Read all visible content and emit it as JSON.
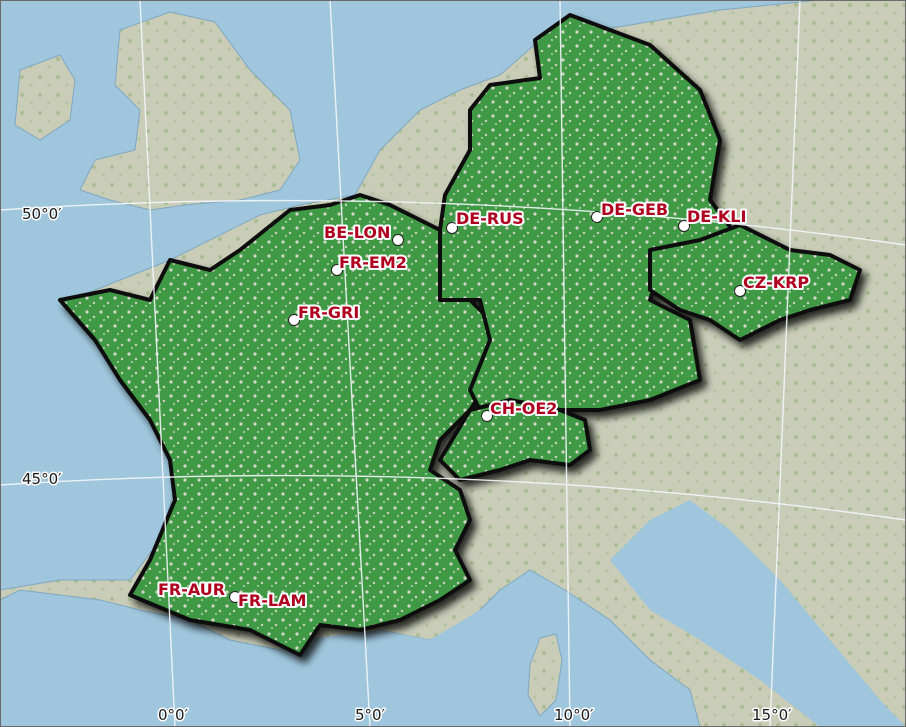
{
  "map": {
    "colors": {
      "sea": "#9fc6dc",
      "land": "#c9cdb8",
      "forest": "#3f9a45",
      "border": "#111111",
      "graticule": "#f4f7fb",
      "site_label": "#b00020"
    },
    "latitude_labels": [
      {
        "name": "lat-50",
        "text": "50°0′"
      },
      {
        "name": "lat-45",
        "text": "45°0′"
      }
    ],
    "longitude_labels": [
      {
        "name": "lon-0",
        "text": "0°0′"
      },
      {
        "name": "lon-5",
        "text": "5°0′"
      },
      {
        "name": "lon-10",
        "text": "10°0′"
      },
      {
        "name": "lon-15",
        "text": "15°0′"
      }
    ],
    "sites": [
      {
        "name": "be-lon",
        "text": "BE-LON"
      },
      {
        "name": "fr-em2",
        "text": "FR-EM2"
      },
      {
        "name": "fr-gri",
        "text": "FR-GRI"
      },
      {
        "name": "de-rus",
        "text": "DE-RUS"
      },
      {
        "name": "de-geb",
        "text": "DE-GEB"
      },
      {
        "name": "de-kli",
        "text": "DE-KLI"
      },
      {
        "name": "cz-krp",
        "text": "CZ-KRP"
      },
      {
        "name": "ch-oe2",
        "text": "CH-OE2"
      },
      {
        "name": "fr-aur",
        "text": "FR-AUR"
      },
      {
        "name": "fr-lam",
        "text": "FR-LAM"
      }
    ]
  }
}
